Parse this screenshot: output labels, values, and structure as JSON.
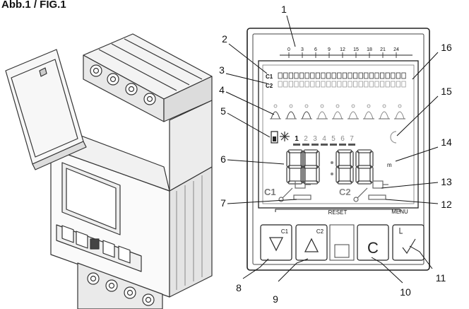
{
  "figure": {
    "title": "Abb.1 / FIG.1"
  },
  "scale_labels": [
    "0",
    "3",
    "6",
    "9",
    "12",
    "15",
    "18",
    "21",
    "24"
  ],
  "callouts": [
    "1",
    "2",
    "3",
    "4",
    "5",
    "6",
    "7",
    "8",
    "9",
    "10",
    "11",
    "12",
    "13",
    "14",
    "15",
    "16"
  ],
  "lcd": {
    "channel1": "C1",
    "channel2": "C2",
    "weekdays": [
      "1",
      "2",
      "3",
      "4",
      "5",
      "6",
      "7"
    ]
  },
  "panel": {
    "reset_label": "RESET",
    "menu_label": "MENU",
    "c1_label": "C1",
    "c2_label": "C2",
    "c_button": "C"
  }
}
